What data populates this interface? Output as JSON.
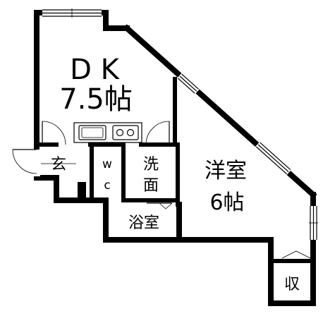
{
  "rooms": {
    "dk_name": "D K",
    "dk_size": "7.5帖",
    "western_name": "洋室",
    "western_size": "6帖",
    "entrance": "玄",
    "wc_top": "w",
    "wc_bottom": "c",
    "washroom_top": "洗",
    "washroom_bottom": "面",
    "bathroom": "浴室",
    "storage": "収"
  }
}
